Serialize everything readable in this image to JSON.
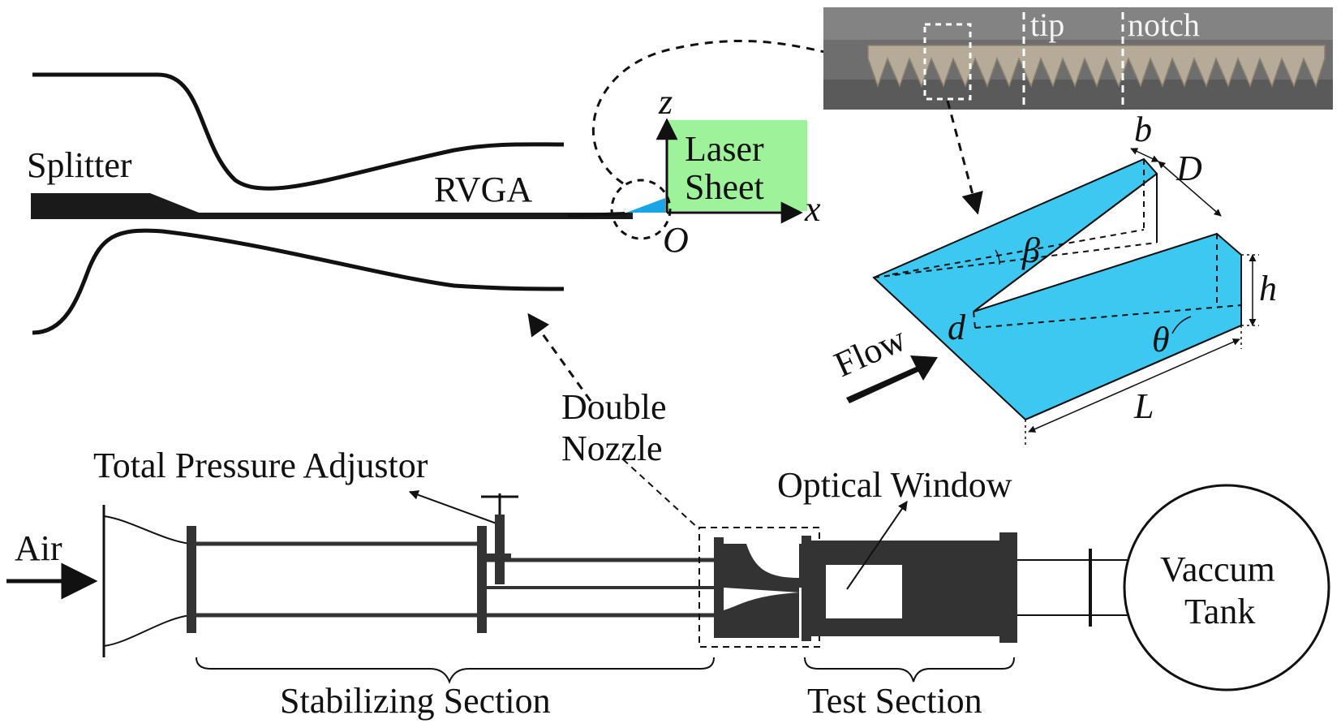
{
  "labels": {
    "splitter": "Splitter",
    "rvga": "RVGA",
    "laser_line1": "Laser",
    "laser_line2": "Sheet",
    "axis_z": "z",
    "axis_x": "x",
    "origin": "O",
    "photo_tip": "tip",
    "photo_notch": "notch",
    "dim_b": "b",
    "dim_D": "D",
    "dim_h": "h",
    "dim_L": "L",
    "dim_d": "d",
    "angle_beta": "β",
    "angle_theta": "θ",
    "flow": "Flow",
    "double_line1": "Double",
    "double_line2": "Nozzle",
    "total_pressure": "Total Pressure Adjustor",
    "air": "Air",
    "optical_window": "Optical Window",
    "vacuum_line1": "Vaccum",
    "vacuum_line2": "Tank",
    "stabilizing": "Stabilizing Section",
    "test_section": "Test Section"
  },
  "colors": {
    "laser_sheet": "#9ef29a",
    "vg_fill": "#3cc8f0",
    "vg_small": "#1aa6e6",
    "photo_bg": "#6e6e6e",
    "photo_strip": "#b5ab98"
  }
}
